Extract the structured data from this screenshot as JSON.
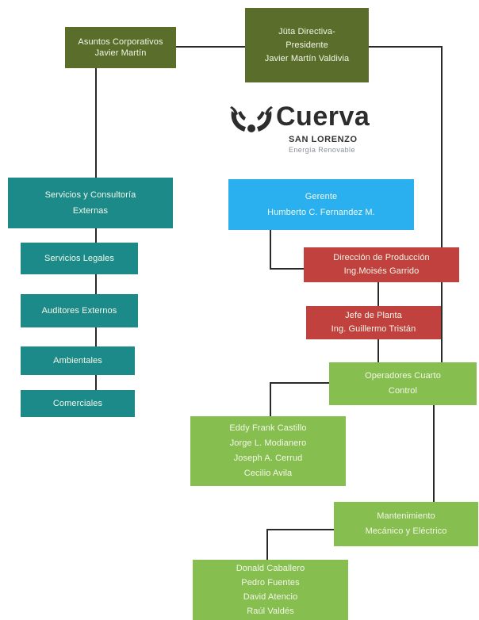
{
  "org": {
    "directiva": {
      "l1": "Jüta Directiva-",
      "l2": "Presidente",
      "l3": "Javier Martín Valdivia"
    },
    "corporativos": {
      "l1": "Asuntos Corporativos",
      "l2": "Javier Martín"
    },
    "servicios_consultoria": {
      "l1": "Servicios y Consultoría",
      "l2": "Externas"
    },
    "servicios_legales": "Servicios Legales",
    "auditores": "Auditores Externos",
    "ambientales": "Ambientales",
    "comerciales": "Comerciales",
    "gerente": {
      "l1": "Gerente",
      "l2": "Humberto C. Fernandez M."
    },
    "produccion": {
      "l1": "Dirección de Producción",
      "l2": "Ing.Moisés Garrido"
    },
    "jefe_planta": {
      "l1": "Jefe de Planta",
      "l2": "Ing. Guillermo Tristán"
    },
    "operadores": {
      "l1": "Operadores Cuarto",
      "l2": "Control"
    },
    "operadores_names": [
      "Eddy Frank Castillo",
      "Jorge L. Modianero",
      "Joseph A. Cerrud",
      "Cecilio Avila"
    ],
    "mantenimiento": {
      "l1": "Mantenimiento",
      "l2": "Mecánico y Eléctrico"
    },
    "mantenimiento_names": [
      "Donald Caballero",
      "Pedro Fuentes",
      "David Atencio",
      "Raúl Valdés"
    ]
  },
  "logo": {
    "word": "Cuerva",
    "sub1": "SAN LORENZO",
    "sub2": "Energía Renovable",
    "icon": "antlers-icon"
  },
  "colors": {
    "olive": "#5b6d2a",
    "teal": "#1d8a8a",
    "blue": "#2bb0ef",
    "red": "#c0413e",
    "green": "#86bf4f"
  }
}
